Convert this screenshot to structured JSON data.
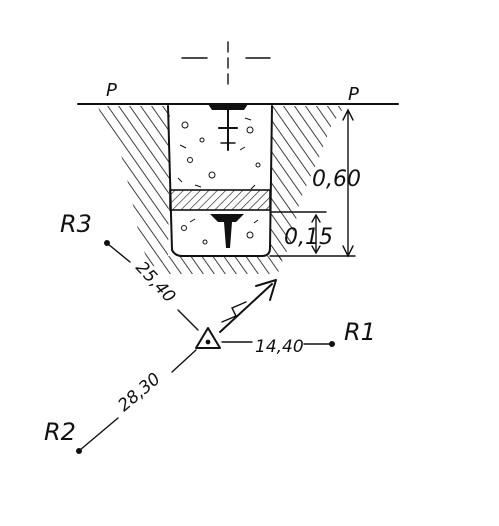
{
  "labels": {
    "p_left": "P",
    "p_right": "P",
    "depth_total": "0,60",
    "depth_bottom": "0,15",
    "station_r1": "R1",
    "station_r2": "R2",
    "station_r3": "R3",
    "dist_r1": "14,40",
    "dist_r2": "28,30",
    "dist_r3": "25,40"
  },
  "colors": {
    "ink": "#111111",
    "paper": "#ffffff"
  },
  "icons": {
    "benchmark": "triangle-point-icon",
    "north": "north-arrow-icon"
  }
}
